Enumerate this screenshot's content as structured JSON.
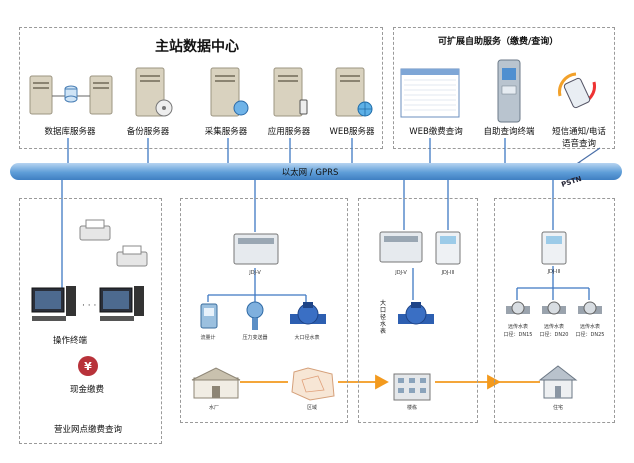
{
  "main_center": {
    "title": "主站数据中心",
    "servers": [
      {
        "label": "数据库服务器",
        "icon": "database-server-icon"
      },
      {
        "label": "备份服务器",
        "icon": "backup-server-icon"
      },
      {
        "label": "采集服务器",
        "icon": "collection-server-icon"
      },
      {
        "label": "应用服务器",
        "icon": "application-server-icon"
      },
      {
        "label": "WEB服务器",
        "icon": "web-server-icon"
      }
    ]
  },
  "extended": {
    "title": "可扩展自助服务（缴费/查询）",
    "items": [
      {
        "label": "WEB缴费查询"
      },
      {
        "label": "自助查询终端"
      },
      {
        "label_line1": "短信通知/电话",
        "label_line2": "语音查询"
      }
    ]
  },
  "bus": {
    "label": "以太网 / GPRS",
    "pstn": "PSTN"
  },
  "business": {
    "terminal_label": "操作终端",
    "cash_label": "现金缴费",
    "title": "营业网点缴费查询"
  },
  "waterworks": {
    "concentrator": "JDJ-V",
    "meters": [
      {
        "label": "流量计"
      },
      {
        "label": "压力变送器"
      },
      {
        "label": "大口径水表"
      }
    ],
    "site_a": "水厂",
    "site_b": "区域"
  },
  "building": {
    "concentrators": [
      "JDJ-V",
      "JDJ-III"
    ],
    "meter_label": "大口径水表",
    "site": "楼栋"
  },
  "residence": {
    "concentrator": "JDJ-III",
    "meters": [
      {
        "name": "远传水表",
        "sub": "口径：DN15"
      },
      {
        "name": "远传水表",
        "sub": "口径：DN20"
      },
      {
        "name": "远传水表",
        "sub": "口径：DN25"
      }
    ],
    "site": "住宅"
  },
  "colors": {
    "bus": "#5f9ed8",
    "flow": "#f39a1e",
    "line": "#3f78c2",
    "border": "#9a9a9a"
  }
}
